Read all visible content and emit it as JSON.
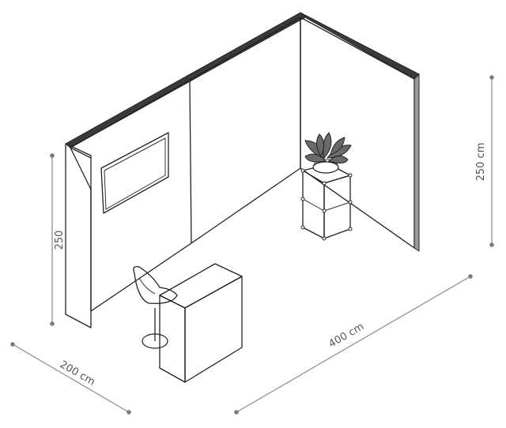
{
  "dimensions": {
    "width": {
      "label": "400 cm"
    },
    "depth": {
      "label": "200 cm"
    },
    "height_right": {
      "label": "250 cm"
    },
    "height_left": {
      "label": "250"
    }
  },
  "colors": {
    "line": "#222222",
    "dimension": "#8a8a8a",
    "wall_top": "#3a3a3a",
    "plant": "#555555"
  }
}
